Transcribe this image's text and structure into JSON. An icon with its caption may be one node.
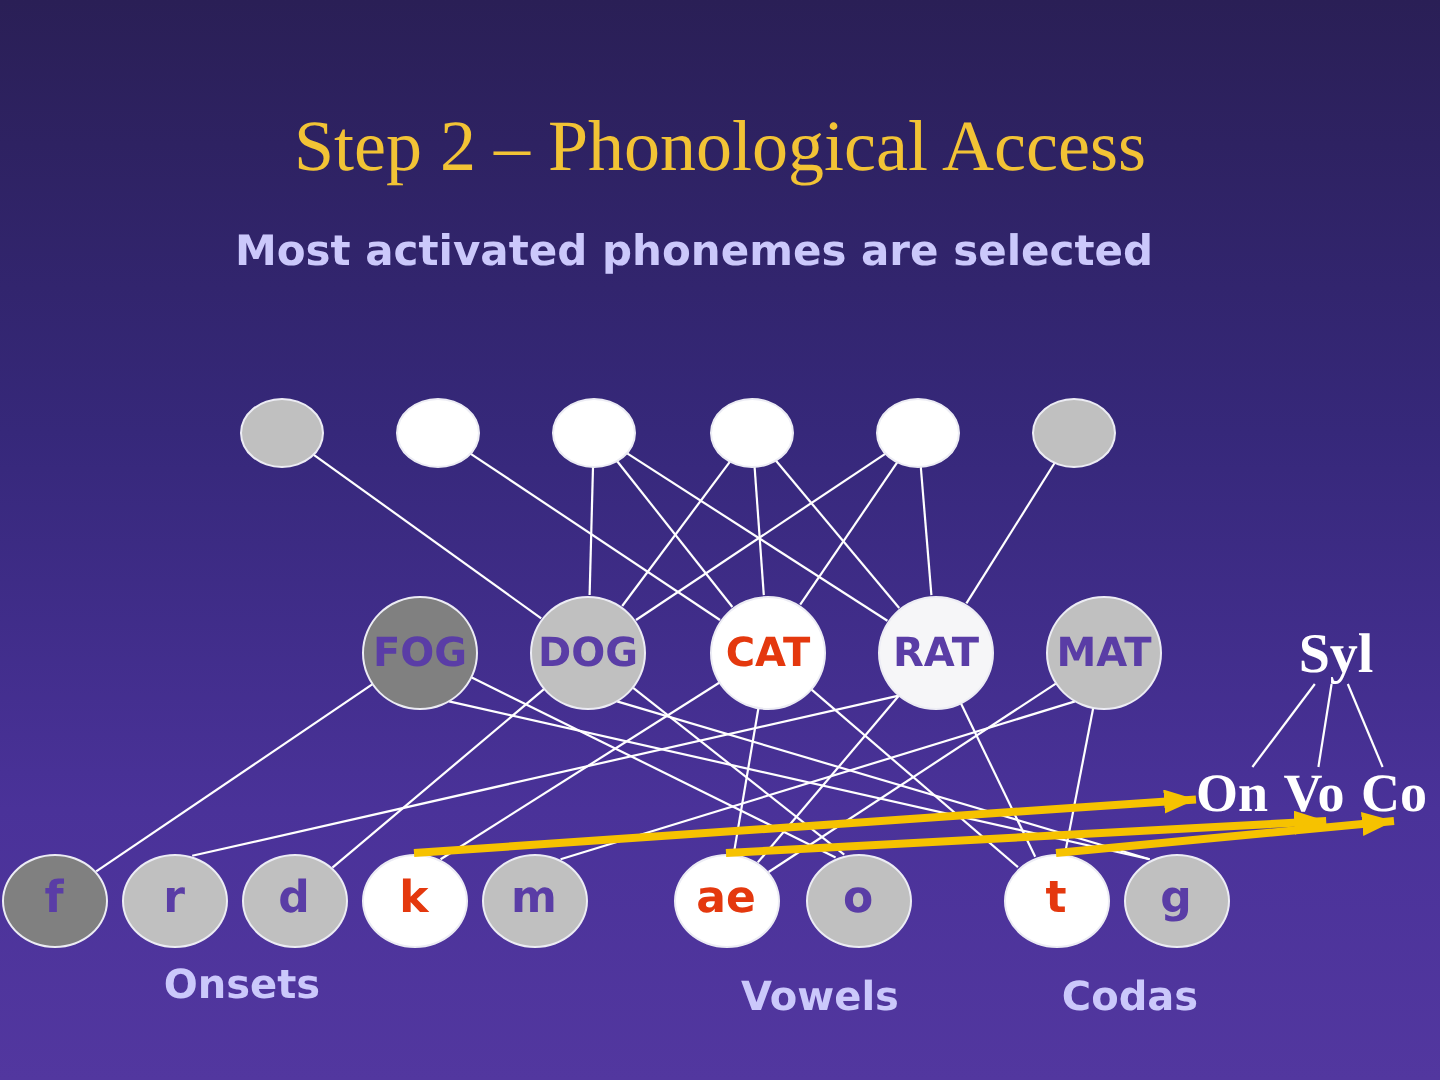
{
  "diagram": {
    "title": "Step 2 – Phonological Access",
    "nodes": [
      {
        "text": [],
        "shape": "ellipse"
      },
      {
        "text": [],
        "shape": "ellipse"
      },
      {
        "text": [],
        "shape": "ellipse"
      },
      {
        "text": [],
        "shape": "ellipse"
      },
      {
        "text": [],
        "shape": "ellipse"
      },
      {
        "text": [],
        "shape": "ellipse"
      },
      {
        "text": [
          "FOG"
        ]
      },
      {
        "text": [
          "DOG"
        ]
      },
      {
        "text": [
          "CAT"
        ]
      },
      {
        "text": [
          "RAT"
        ]
      },
      {
        "text": [
          "MAT"
        ]
      },
      {
        "text": [
          "Syl"
        ]
      },
      {
        "text": [
          "On"
        ]
      },
      {
        "text": [
          "Vo"
        ]
      },
      {
        "text": [
          "Co"
        ]
      },
      {
        "text": [
          "f"
        ]
      },
      {
        "text": [
          "r"
        ]
      },
      {
        "text": [
          "d"
        ]
      },
      {
        "text": [
          "k"
        ]
      },
      {
        "text": [
          "m"
        ]
      },
      {
        "text": [
          "ae"
        ]
      },
      {
        "text": [
          "o"
        ]
      },
      {
        "text": [
          "t"
        ]
      },
      {
        "text": [
          "g"
        ]
      }
    ],
    "edges": [
      {
        "from": 0,
        "to": 7,
        "arrow": "none"
      },
      {
        "from": 1,
        "to": 8,
        "arrow": "none"
      },
      {
        "from": 2,
        "to": 7,
        "arrow": "none"
      },
      {
        "from": 2,
        "to": 8,
        "arrow": "none"
      },
      {
        "from": 2,
        "to": 9,
        "arrow": "none"
      },
      {
        "from": 3,
        "to": 7,
        "arrow": "none"
      },
      {
        "from": 3,
        "to": 8,
        "arrow": "none"
      },
      {
        "from": 3,
        "to": 9,
        "arrow": "none"
      },
      {
        "from": 4,
        "to": 7,
        "arrow": "none"
      },
      {
        "from": 4,
        "to": 8,
        "arrow": "none"
      },
      {
        "from": 4,
        "to": 9,
        "arrow": "none"
      },
      {
        "from": 5,
        "to": 9,
        "arrow": "none"
      },
      {
        "from": 6,
        "to": 15,
        "arrow": "none"
      },
      {
        "from": 6,
        "to": 21,
        "arrow": "none"
      },
      {
        "from": 6,
        "to": 23,
        "arrow": "none"
      },
      {
        "from": 7,
        "to": 17,
        "arrow": "none"
      },
      {
        "from": 7,
        "to": 21,
        "arrow": "none"
      },
      {
        "from": 7,
        "to": 23,
        "arrow": "none"
      },
      {
        "from": 8,
        "to": 18,
        "arrow": "none"
      },
      {
        "from": 8,
        "to": 20,
        "arrow": "none"
      },
      {
        "from": 8,
        "to": 22,
        "arrow": "none"
      },
      {
        "from": 9,
        "to": 16,
        "arrow": "none"
      },
      {
        "from": 9,
        "to": 20,
        "arrow": "none"
      },
      {
        "from": 9,
        "to": 22,
        "arrow": "none"
      },
      {
        "from": 10,
        "to": 19,
        "arrow": "none"
      },
      {
        "from": 10,
        "to": 20,
        "arrow": "none"
      },
      {
        "from": 10,
        "to": 22,
        "arrow": "none"
      },
      {
        "from": 11,
        "to": 12,
        "arrow": "none"
      },
      {
        "from": 11,
        "to": 13,
        "arrow": "none"
      },
      {
        "from": 11,
        "to": 14,
        "arrow": "none"
      },
      {
        "from": 18,
        "to": 12,
        "arrow": "to",
        "style": "thick",
        "color": "#f6c200"
      },
      {
        "from": 20,
        "to": 13,
        "arrow": "to",
        "style": "thick",
        "color": "#f6c200"
      },
      {
        "from": 22,
        "to": 14,
        "arrow": "to",
        "style": "thick",
        "color": "#f6c200"
      }
    ],
    "labels": [
      "Most activated phonemes are selected",
      "Onsets",
      "Vowels",
      "Codas"
    ]
  }
}
